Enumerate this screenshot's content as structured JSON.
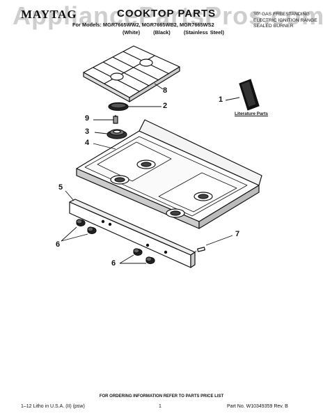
{
  "header": {
    "brand": "MAYTAG",
    "title": "COOKTOP PARTS",
    "models_line": "For Models: MGR7665WW2, MGR7665WB2, MGR7665WS2",
    "finishes": [
      "(White)",
      "(Black)",
      "(Stainless Steel)"
    ],
    "description_lines": [
      "30\" GAS FREESTANDING",
      "ELECTRIC IGNITION RANGE",
      "SEALED BURNER"
    ]
  },
  "watermark": "AppliancePartsPros.com",
  "callouts": [
    "8",
    "2",
    "9",
    "3",
    "4",
    "1",
    "5",
    "7",
    "6",
    "6"
  ],
  "literature_label": "Literature Parts",
  "footer": {
    "ordering_note": "FOR ORDERING INFORMATION REFER TO PARTS PRICE LIST",
    "litho": "1–12 Litho in U.S.A. (II) (psw)",
    "page": "1",
    "part_no": "Part No. W10349359 Rev. B"
  }
}
